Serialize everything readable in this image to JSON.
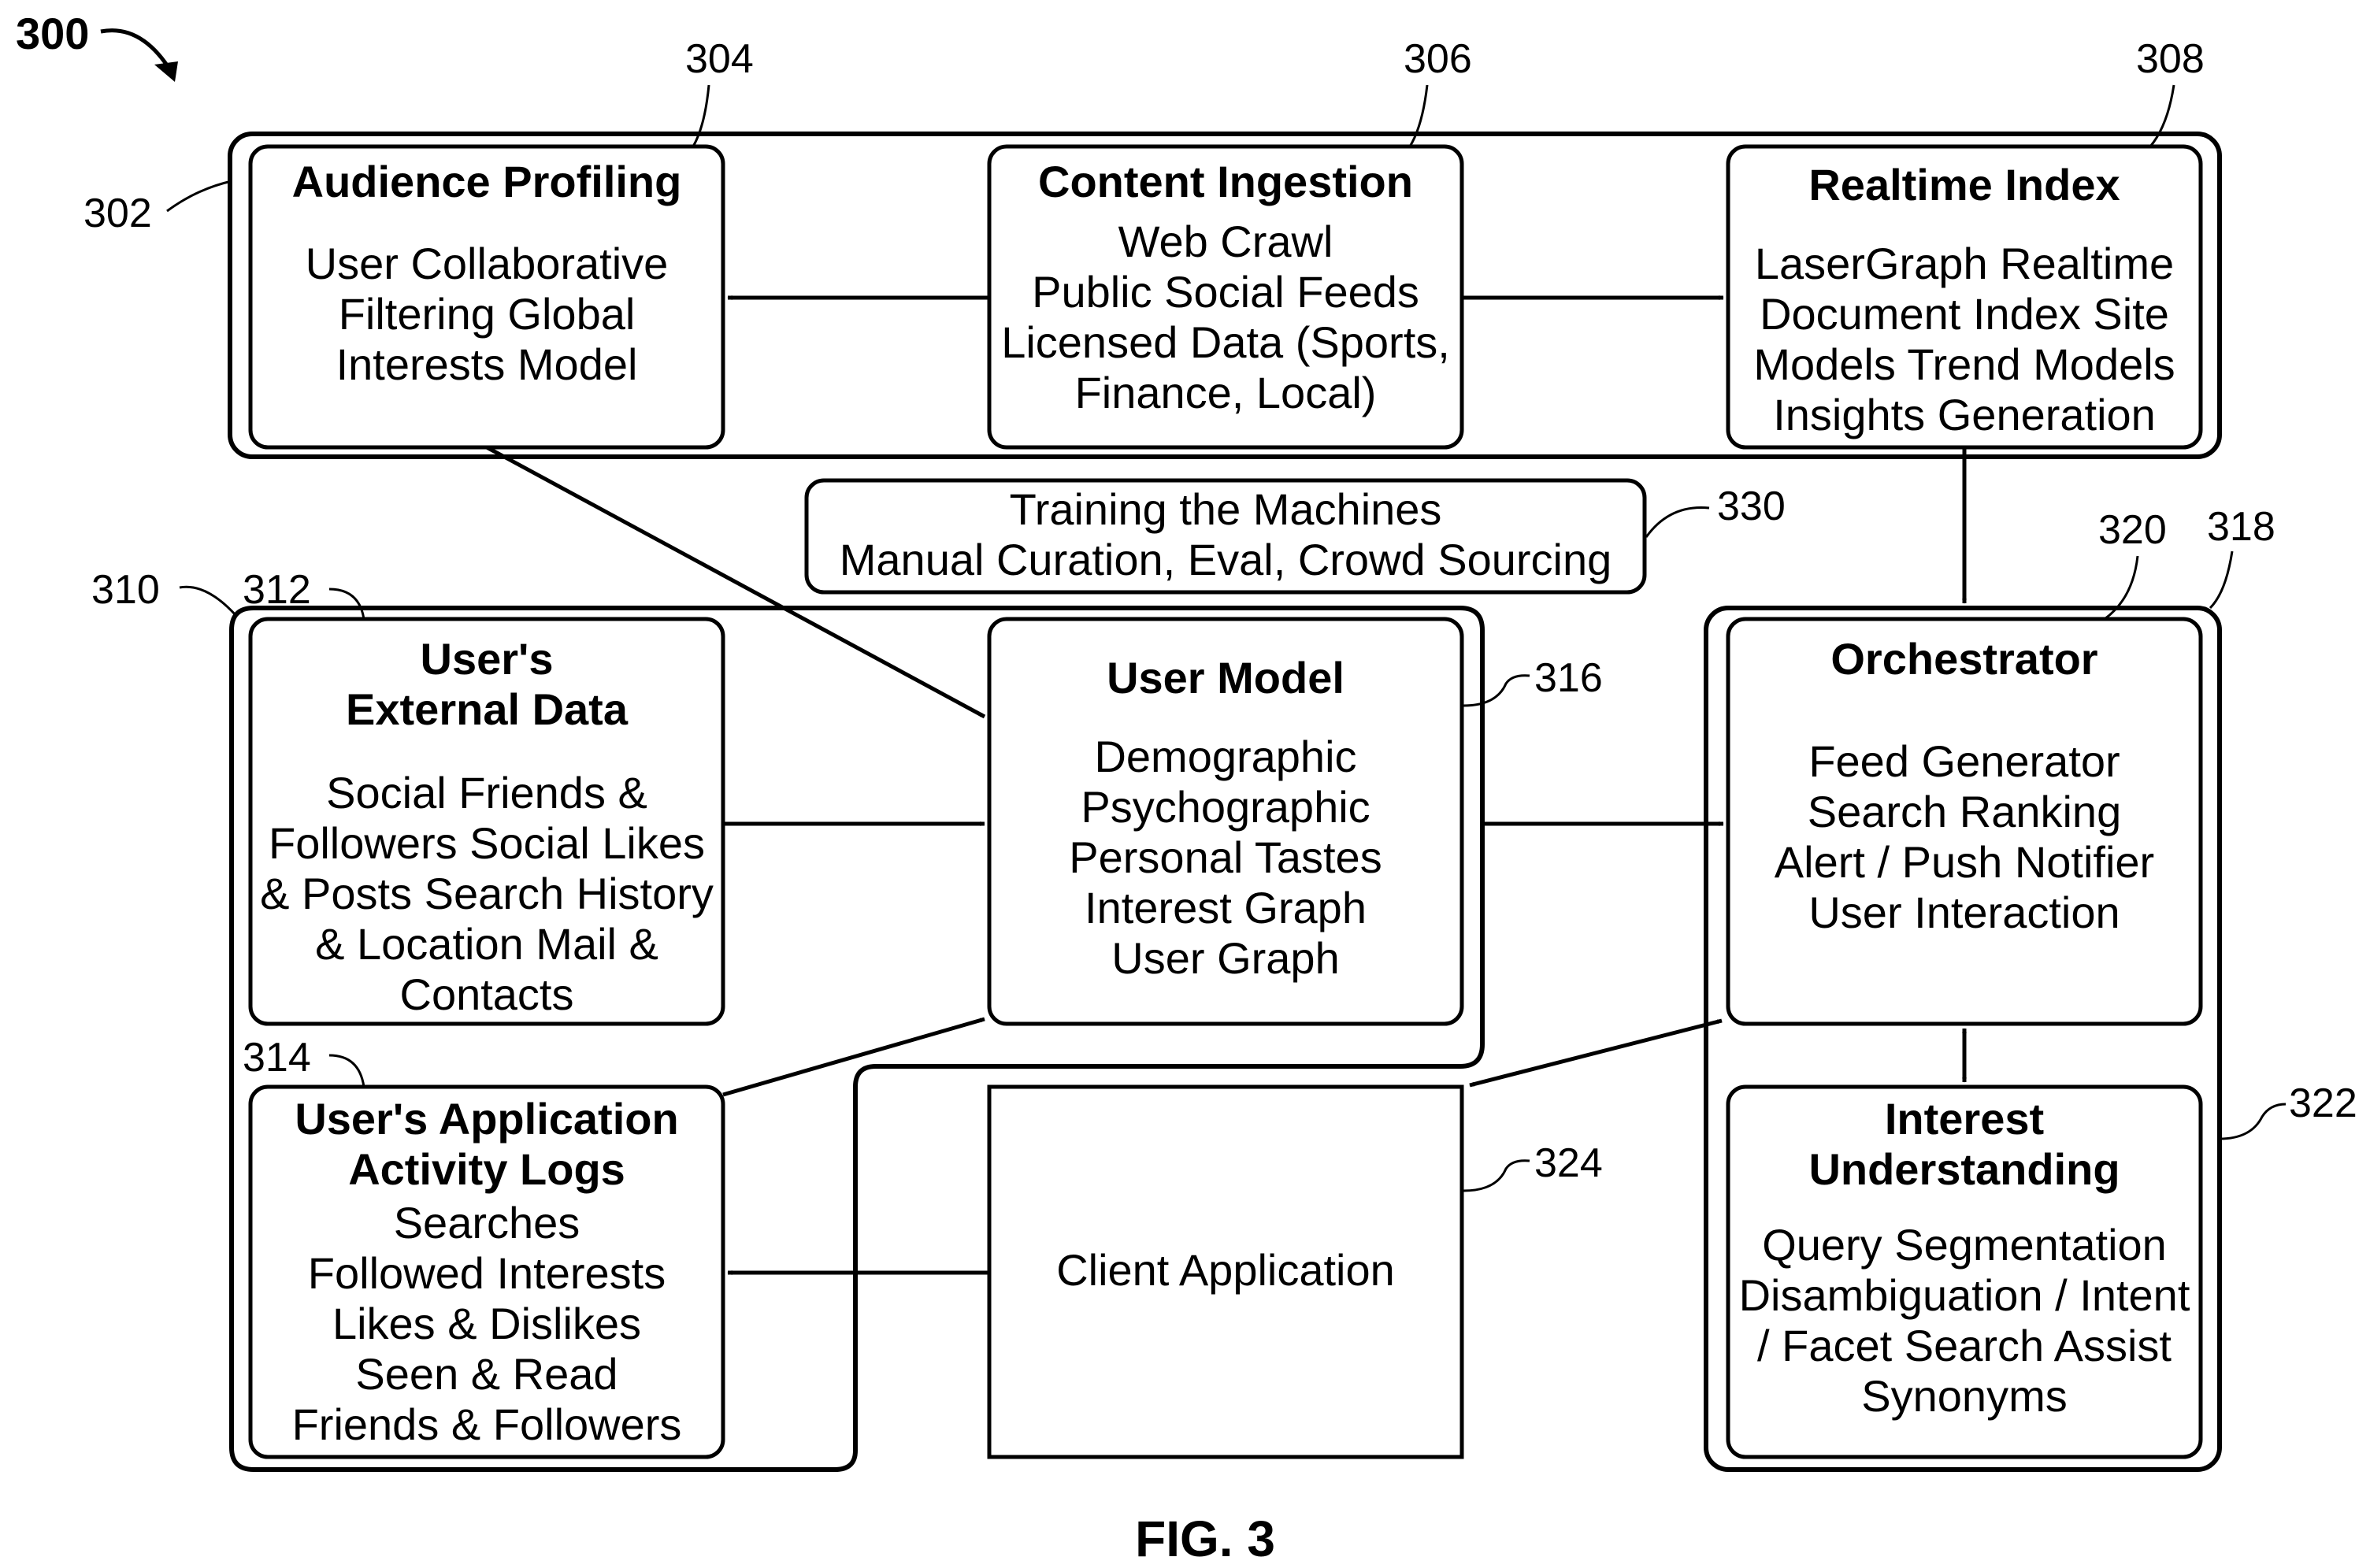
{
  "figure_number": "300",
  "caption": "FIG. 3",
  "groups": [
    {
      "ref": "302"
    },
    {
      "ref": "310"
    },
    {
      "ref": "318"
    }
  ],
  "boxes": {
    "audience_profiling": {
      "ref": "304",
      "title": [
        "Audience Profiling"
      ],
      "lines": [
        "User Collaborative",
        "Filtering Global",
        "Interests Model"
      ]
    },
    "content_ingestion": {
      "ref": "306",
      "title": [
        "Content Ingestion"
      ],
      "lines": [
        "Web Crawl",
        "Public Social Feeds",
        "Licensed Data (Sports,",
        "Finance, Local)"
      ]
    },
    "realtime_index": {
      "ref": "308",
      "title": [
        "Realtime Index"
      ],
      "lines": [
        "LaserGraph Realtime",
        "Document Index Site",
        "Models Trend Models",
        "Insights Generation"
      ]
    },
    "training": {
      "ref": "330",
      "title": [],
      "lines": [
        "Training the Machines",
        "Manual Curation, Eval, Crowd Sourcing"
      ]
    },
    "external_data": {
      "ref": "312",
      "title": [
        "User's",
        "External Data"
      ],
      "lines": [
        "Social Friends &",
        "Followers Social Likes",
        "& Posts Search History",
        "& Location Mail &",
        "Contacts"
      ]
    },
    "user_model": {
      "ref": "316",
      "title": [
        "User Model"
      ],
      "lines": [
        "Demographic",
        "Psychographic",
        "Personal Tastes",
        "Interest Graph",
        "User Graph"
      ]
    },
    "orchestrator": {
      "ref": "320",
      "title": [
        "Orchestrator"
      ],
      "lines": [
        "Feed Generator",
        "Search Ranking",
        "Alert / Push Notifier",
        "User Interaction"
      ]
    },
    "activity_logs": {
      "ref": "314",
      "title": [
        "User's Application",
        "Activity Logs"
      ],
      "lines": [
        "Searches",
        "Followed Interests",
        "Likes & Dislikes",
        "Seen & Read",
        "Friends & Followers"
      ]
    },
    "client_application": {
      "ref": "324",
      "title": [],
      "lines": [
        "Client Application"
      ]
    },
    "interest_understanding": {
      "ref": "322",
      "title": [
        "Interest",
        "Understanding"
      ],
      "lines": [
        "Query Segmentation",
        "Disambiguation / Intent",
        "/ Facet Search Assist",
        "Synonyms"
      ]
    }
  }
}
